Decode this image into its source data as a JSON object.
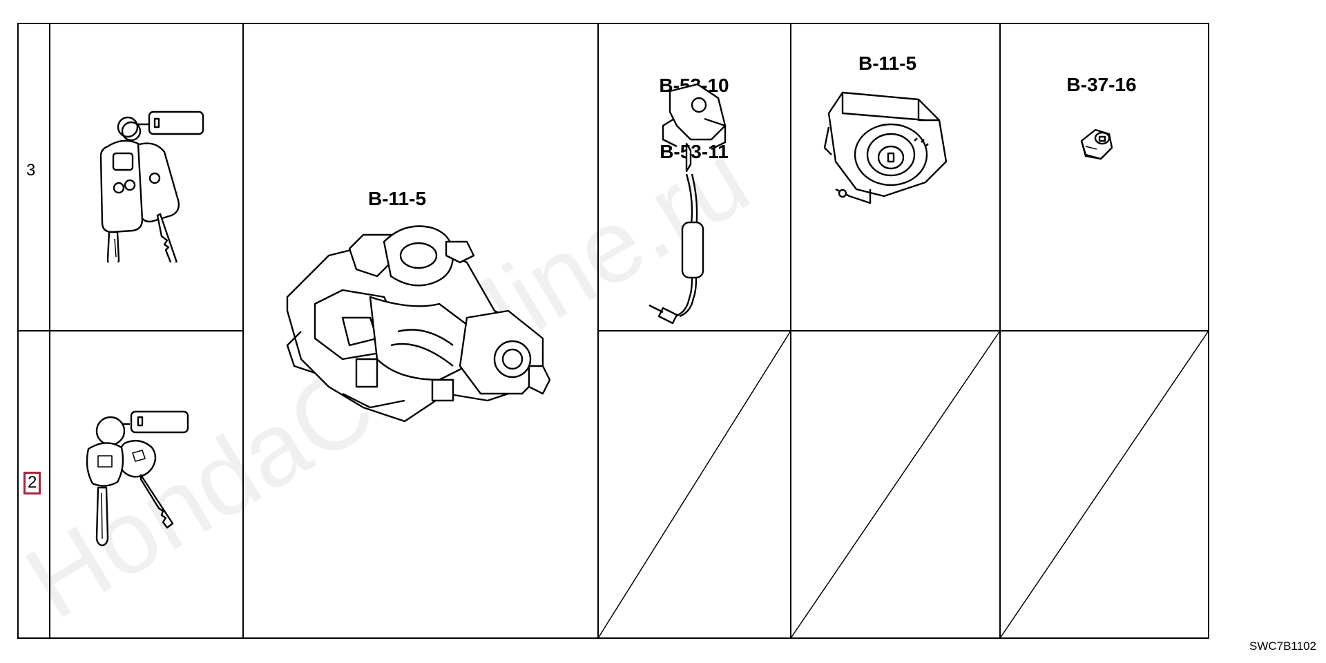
{
  "rows": [
    {
      "number": "3",
      "highlighted": false
    },
    {
      "number": "2",
      "highlighted": true
    }
  ],
  "cells": {
    "ignition_assembly": {
      "code": "B-11-5"
    },
    "wire_lock_switch": {
      "code_lines": [
        "B-53-10",
        "B-53-11"
      ]
    },
    "steering_lock": {
      "code": "B-11-5"
    },
    "cylinder": {
      "code": "B-37-16"
    }
  },
  "watermark": "HondaCarMine.ru",
  "figure_code": "SWC7B1102",
  "colors": {
    "line": "#000000",
    "highlight": "#a8243e",
    "watermark": "#000000"
  },
  "icons": [
    "remote-key-set-icon",
    "honda-key-set-icon",
    "ignition-switch-assembly-icon",
    "key-switch-harness-icon",
    "steering-lock-housing-icon",
    "key-cylinder-icon",
    "diagonal-blank-icon"
  ]
}
